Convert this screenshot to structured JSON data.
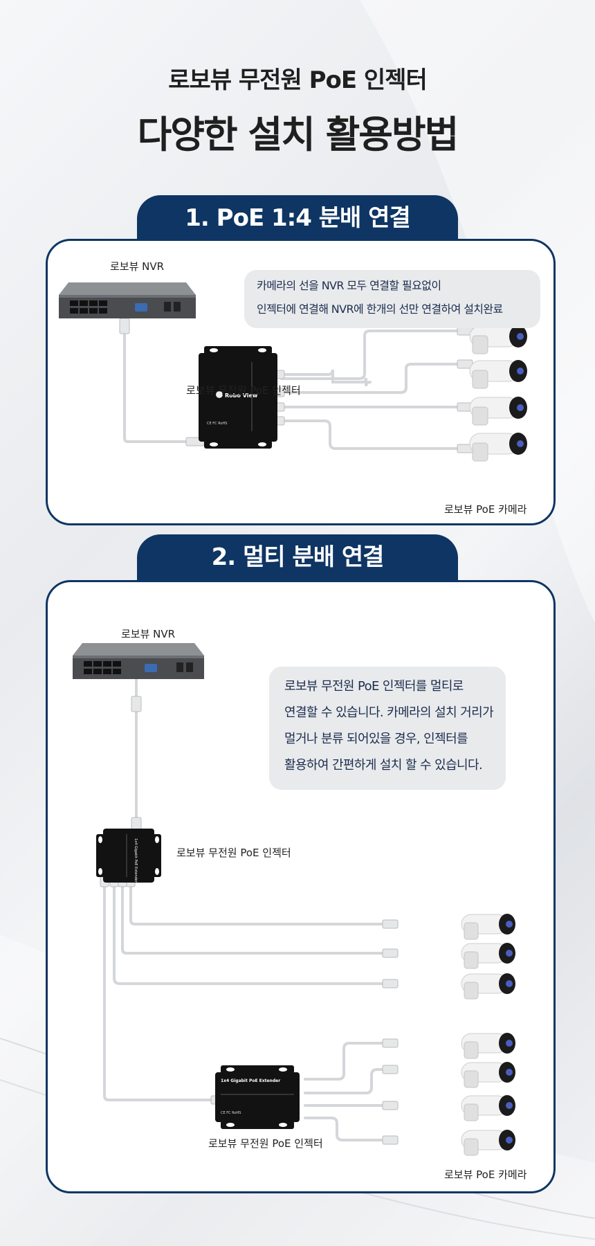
{
  "header": {
    "subtitle": "로보뷰 무전원 PoE 인젝터",
    "title": "다양한 설치 활용방법"
  },
  "section1": {
    "tab_label": "1. PoE 1:4 분배 연결",
    "nvr_label": "로보뷰 NVR",
    "injector_label": "로보뷰 무전원 PoE 인젝터",
    "camera_label": "로보뷰 PoE 카메라",
    "note_line1": "카메라의 선을 NVR 모두 연결할 필요없이",
    "note_line2": "인젝터에 연결해 NVR에 한개의 선만 연결하여 설치완료",
    "injector_brand": "Robo View"
  },
  "section2": {
    "tab_label": "2. 멀티 분배 연결",
    "nvr_label": "로보뷰 NVR",
    "injector_label_top": "로보뷰 무전원 PoE 인젝터",
    "injector_label_bottom": "로보뷰 무전원 PoE 인젝터",
    "camera_label": "로보뷰 PoE 카메라",
    "note_line1": "로보뷰 무전원 PoE 인젝터를 멀티로",
    "note_line2": "연결할 수 있습니다. 카메라의 설치 거리가",
    "note_line3": "멀거나 분류 되어있을 경우, 인젝터를",
    "note_line4": "활용하여 간편하게 설치 할 수 있습니다.",
    "injector_text": "1x4 Gigabit PoE Extender"
  },
  "colors": {
    "navy": "#0e3563",
    "cable": "#d4d6d9",
    "note_bg": "#e9eaec"
  }
}
